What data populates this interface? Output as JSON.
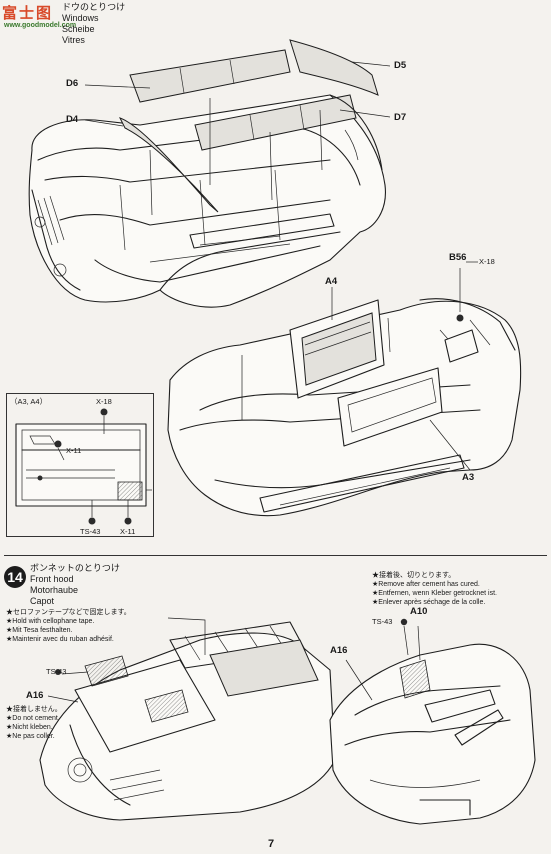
{
  "header": {
    "watermark_cn": "富士图",
    "watermark_url": "www.goodmodel.com",
    "step_title_jp": "ドウのとりつけ",
    "step_title_en": "Windows",
    "step_title_de": "Scheibe",
    "step_title_fr": "Vitres"
  },
  "top_parts": {
    "D6": "D6",
    "D5": "D5",
    "D4": "D4",
    "D7": "D7"
  },
  "middle_parts": {
    "A4": "A4",
    "B56": "B56",
    "X18": "X-18",
    "A3": "A3"
  },
  "inset": {
    "title": "（A3, A4）",
    "x18": "X-18",
    "x11_a": "X-11",
    "ts43": "TS-43",
    "x11_b": "X-11"
  },
  "step14": {
    "number": "14",
    "title_jp": "ボンネットのとりつけ",
    "title_en": "Front hood",
    "title_de": "Motorhaube",
    "title_fr": "Capot",
    "tape_note_jp": "★セロファンテープなどで固定します。",
    "tape_note_en": "★Hold with cellophane tape.",
    "tape_note_de": "★Mit Tesa festhalten.",
    "tape_note_fr": "★Maintenir avec du ruban adhésif.",
    "ts43": "TS-43",
    "a16": "A16",
    "no_cement_jp": "★接着しません。",
    "no_cement_en": "★Do not cement.",
    "no_cement_de": "★Nicht kleben.",
    "no_cement_fr": "★Ne pas coller.",
    "remove_title_jp": "★接着後、切りとります。",
    "remove_en": "★Remove after cement has cured.",
    "remove_de": "★Entfernen, wenn Kleber getrocknet ist.",
    "remove_fr": "★Enlever après séchage de la colle.",
    "a10": "A10",
    "ts43_r": "TS-43",
    "a16_r": "A16"
  },
  "page_number": "7"
}
